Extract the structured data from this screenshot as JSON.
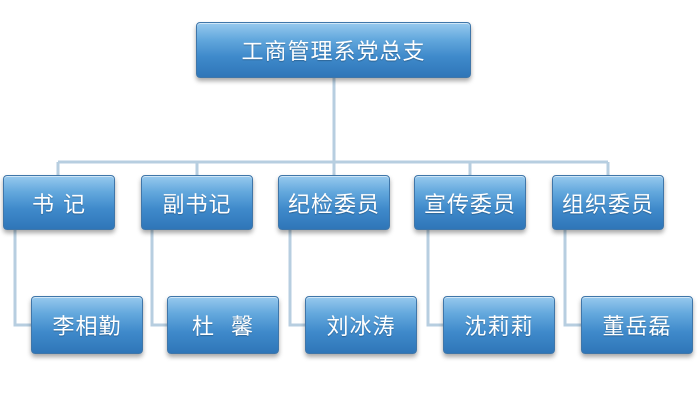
{
  "root": {
    "label": "工商管理系党总支"
  },
  "branches": [
    {
      "role": "书 记",
      "person": "李相勤"
    },
    {
      "role": "副书记",
      "person": "杜  馨"
    },
    {
      "role": "纪检委员",
      "person": "刘冰涛"
    },
    {
      "role": "宣传委员",
      "person": "沈莉莉"
    },
    {
      "role": "组织委员",
      "person": "董岳磊"
    }
  ],
  "colors": {
    "node_top": "#97c9ee",
    "node_bottom": "#2f76b8",
    "node_border": "#3f76a9",
    "connector": "#b7cee0",
    "text": "#ffffff"
  }
}
